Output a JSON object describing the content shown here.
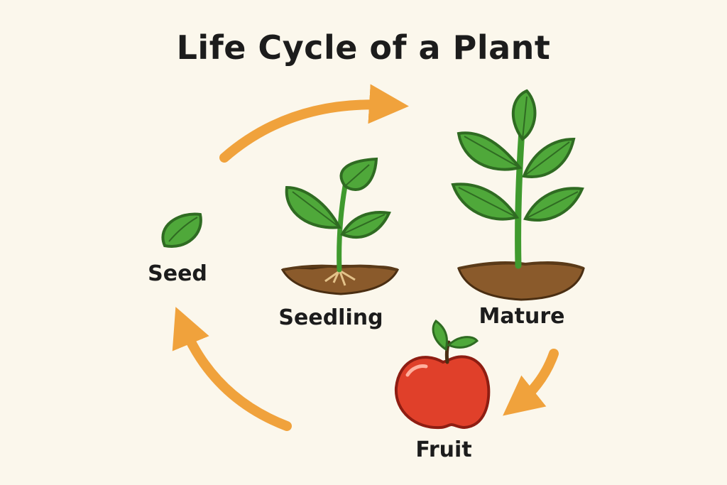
{
  "title": "Life Cycle of a Plant",
  "stages": [
    {
      "label": "Seed",
      "icon": "seed-icon"
    },
    {
      "label": "Seedling",
      "icon": "seedling-icon"
    },
    {
      "label": "Mature",
      "icon": "mature-plant-icon"
    },
    {
      "label": "Fruit",
      "icon": "apple-fruit-icon"
    }
  ],
  "colors": {
    "background": "#fbf7ec",
    "arrow": "#f0a23c",
    "leaf": "#4fa83a",
    "leaf_outline": "#2f6b22",
    "soil": "#8a5a2b",
    "fruit": "#e0402a"
  }
}
